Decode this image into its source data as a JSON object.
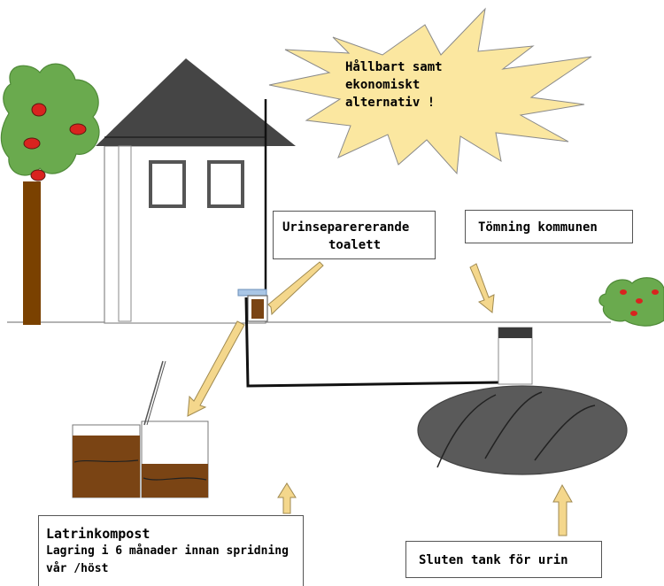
{
  "callout": {
    "lines": [
      "Hållbart samt",
      "ekonomiskt",
      "alternativ !"
    ],
    "fill": "#fbe7a0"
  },
  "labels": {
    "toilet": [
      "Urinseparererande",
      "toalett"
    ],
    "emptying": "Tömning kommunen",
    "compost_title": "Latrinkompost",
    "compost_text": [
      "Lagring i 6 månader innan spridning",
      "vår /höst"
    ],
    "tank": "Sluten tank för urin"
  },
  "colors": {
    "roof": "#454545",
    "trunk": "#7a4100",
    "foliage": "#6aaa4e",
    "apple": "#d9231f",
    "arrow": "#f4d78c",
    "soil": "#7a4414",
    "tank": "#5a5a5a",
    "toilet_seat": "#a9c6e6"
  }
}
